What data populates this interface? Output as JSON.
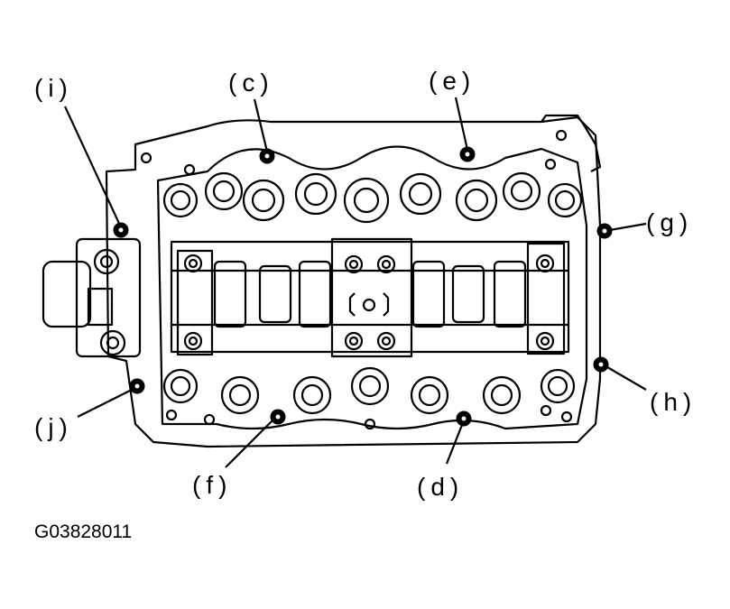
{
  "diagram": {
    "callouts": {
      "i": "(i)",
      "c": "(c)",
      "e": "(e)",
      "g": "(g)",
      "h": "(h)",
      "j": "(j)",
      "f": "(f)",
      "d": "(d)"
    },
    "figure_id": "G03828011"
  }
}
